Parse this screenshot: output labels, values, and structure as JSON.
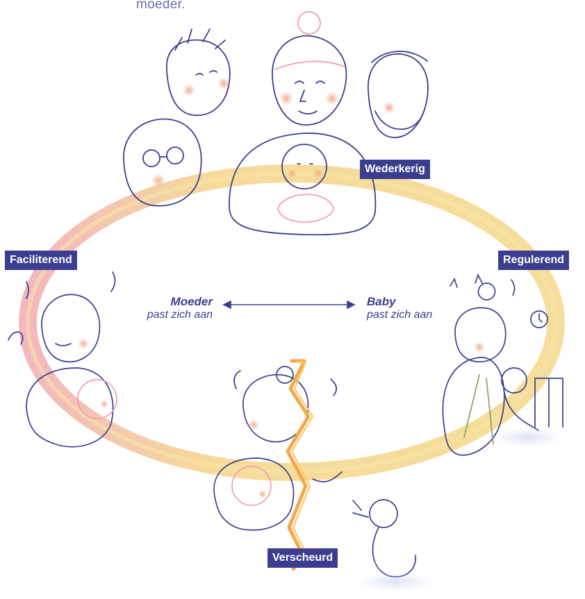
{
  "intro_text_fragment": "moeder.",
  "stages": {
    "top": "Wederkerig",
    "left": "Faciliterend",
    "right": "Regulerend",
    "bottom": "Verscheurd"
  },
  "axis": {
    "left_title": "Moeder",
    "left_sub": "past zich aan",
    "right_title": "Baby",
    "right_sub": "past zich aan"
  },
  "colors": {
    "label_bg": "#3b3e8f",
    "label_text": "#ffffff",
    "line_blue": "#3b3e8f",
    "ring_yellow": "#f2d27a",
    "ring_pink": "#ef9fab"
  }
}
